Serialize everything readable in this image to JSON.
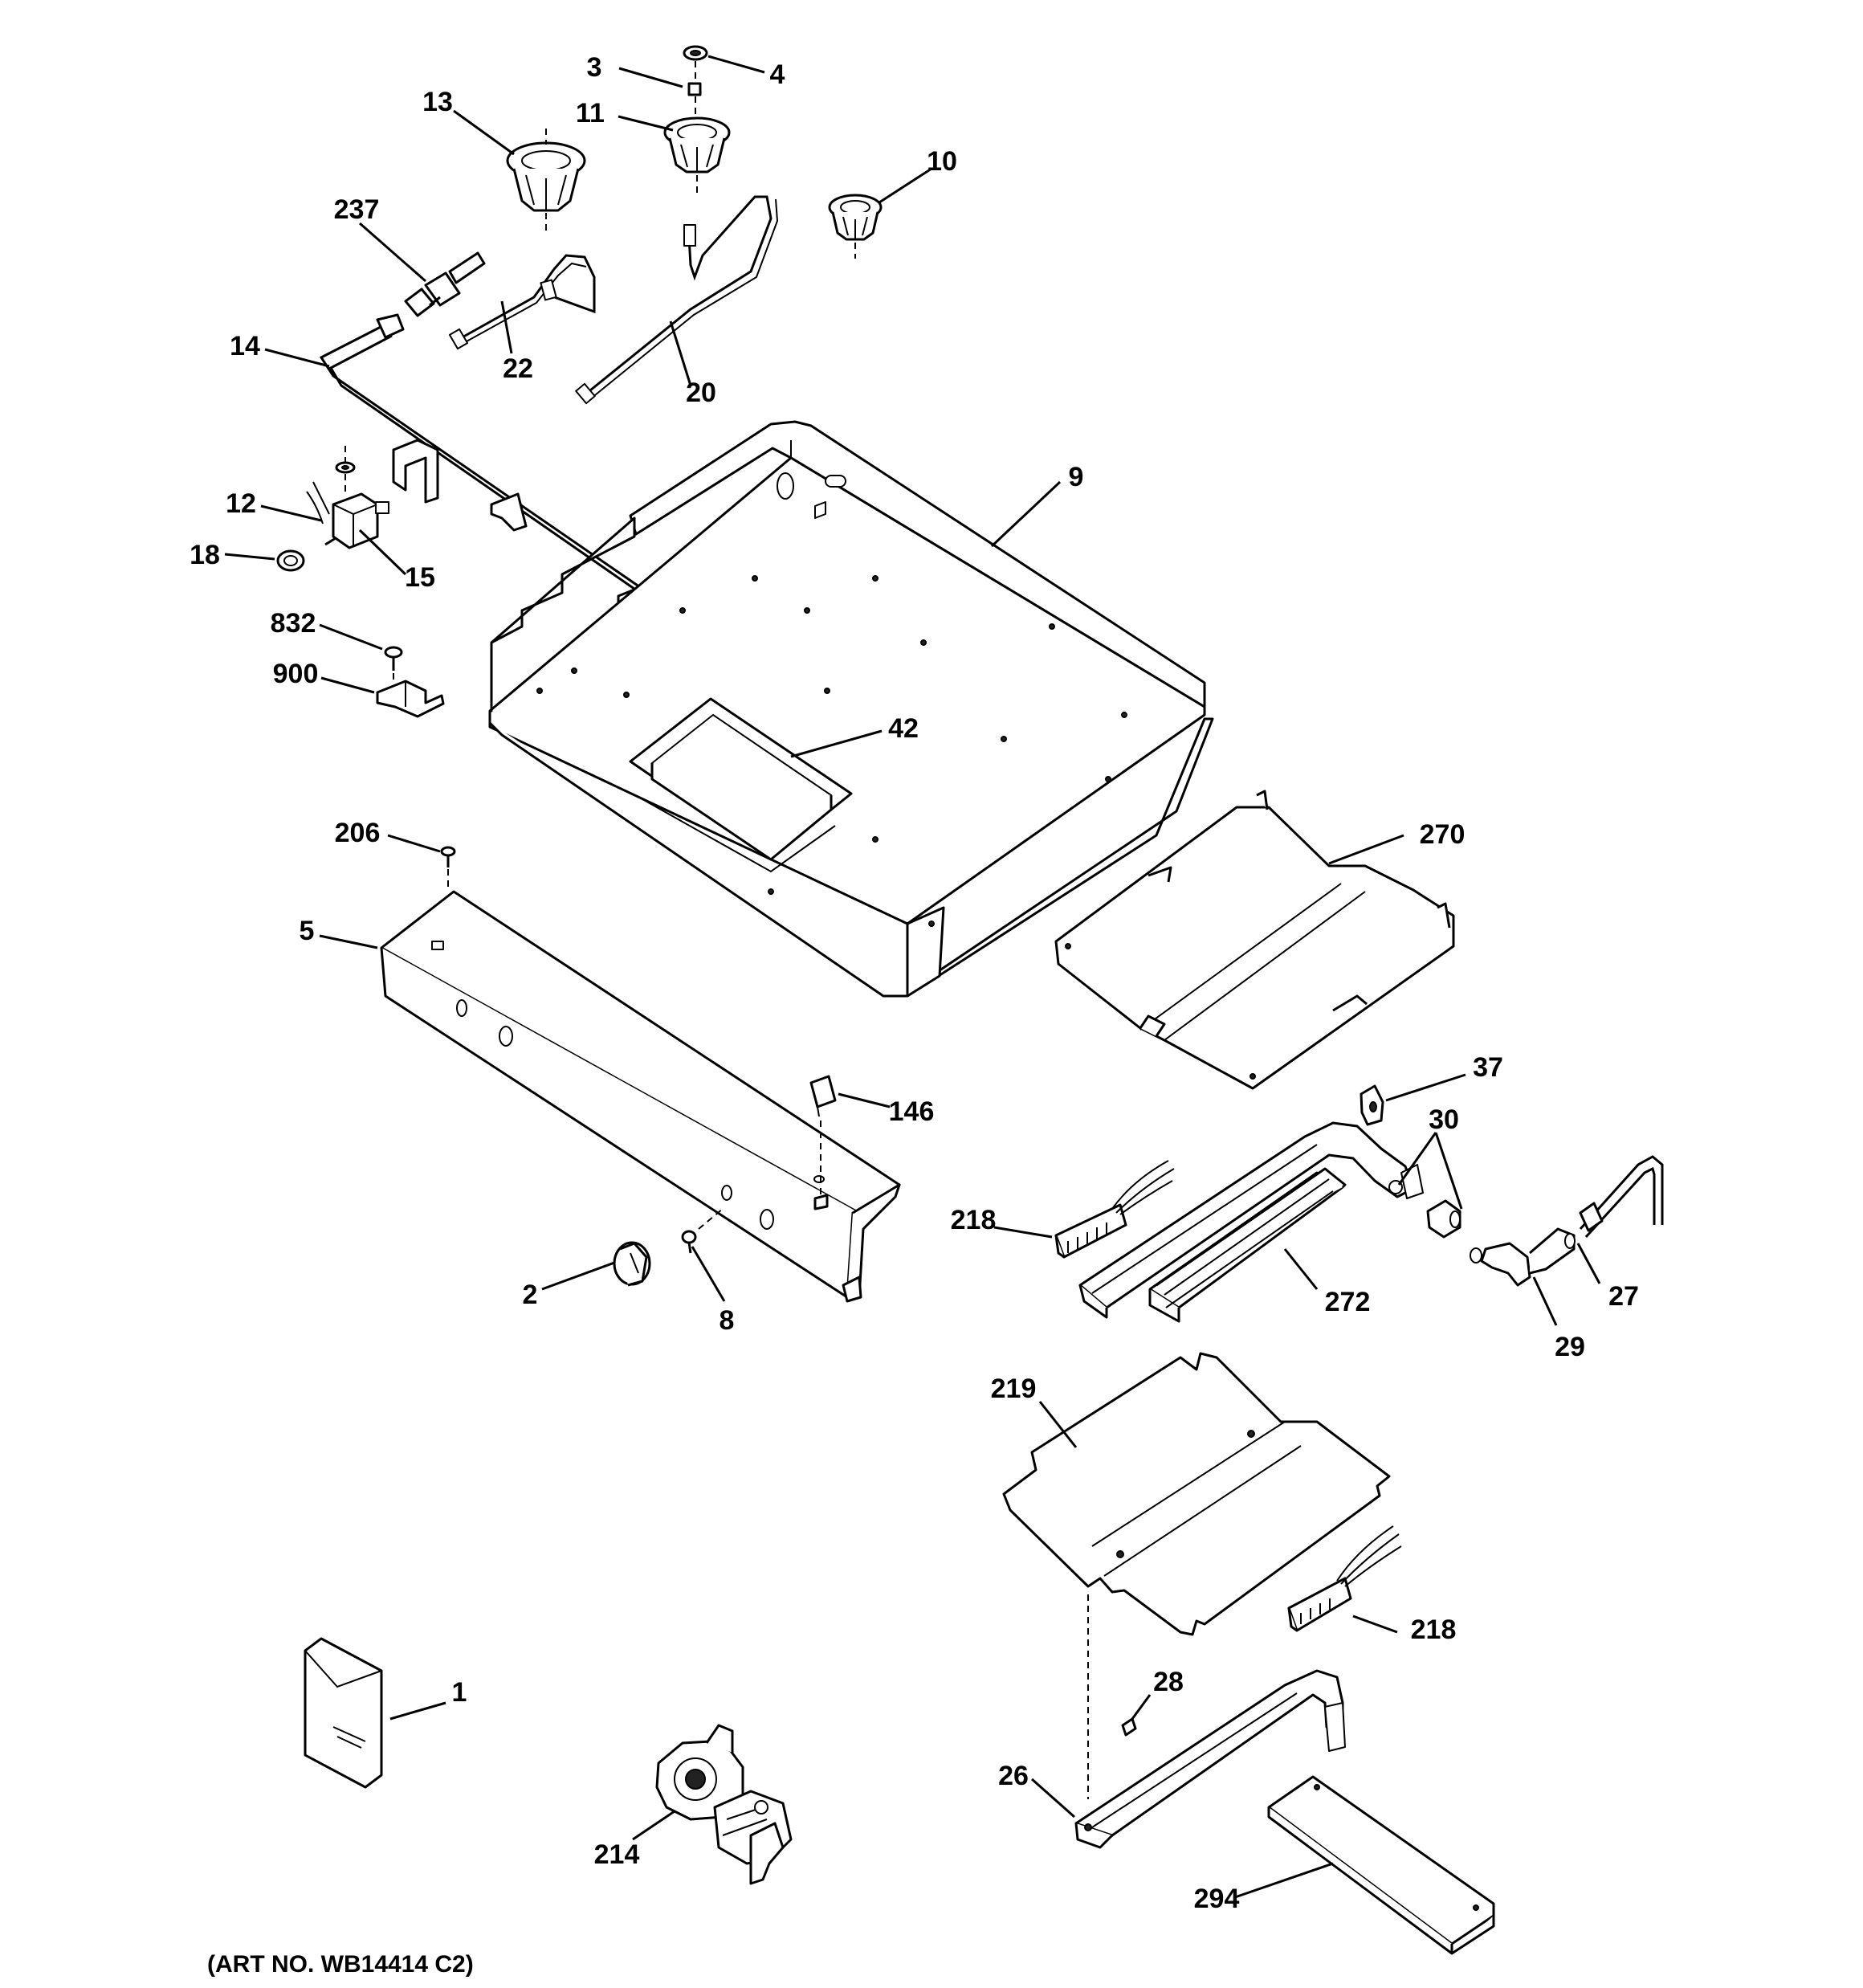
{
  "diagram": {
    "type": "exploded-parts-diagram",
    "art_number": "(ART NO. WB14414 C2)",
    "callouts": [
      "1",
      "2",
      "3",
      "4",
      "5",
      "8",
      "9",
      "10",
      "11",
      "12",
      "13",
      "14",
      "15",
      "18",
      "20",
      "22",
      "26",
      "27",
      "28",
      "29",
      "30",
      "37",
      "42",
      "146",
      "206",
      "214",
      "218",
      "218",
      "219",
      "237",
      "270",
      "272",
      "294",
      "832",
      "900"
    ]
  }
}
